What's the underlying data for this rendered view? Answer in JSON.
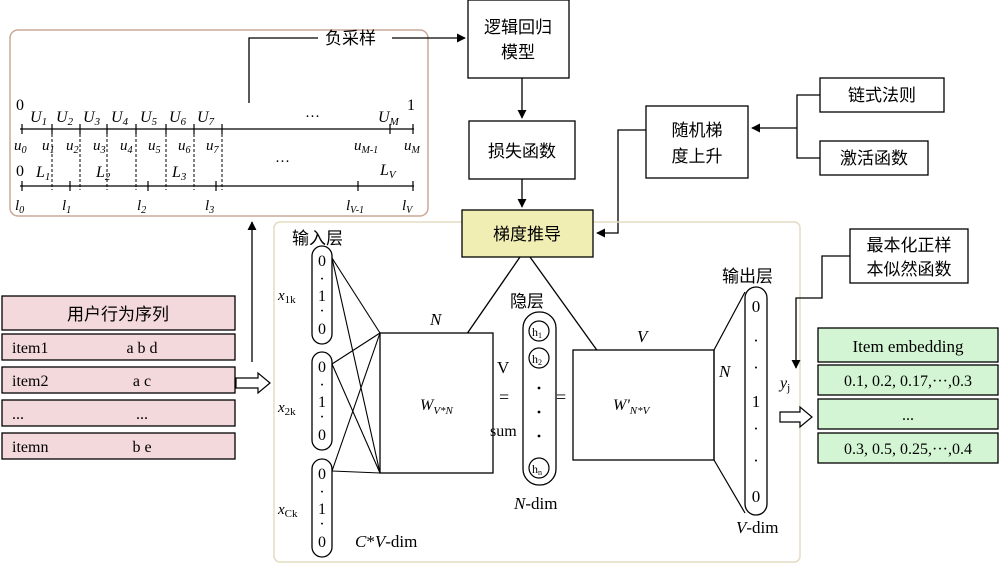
{
  "sampling": {
    "neg_sampling": "负采样",
    "zero_top": "0",
    "one_top": "1",
    "u_upper": [
      "U1",
      "U2",
      "U3",
      "U4",
      "U5",
      "U6",
      "U7"
    ],
    "u_upper_last": "UM",
    "dots": "···",
    "u_lower": [
      "u0",
      "u1",
      "u2",
      "u3",
      "u4",
      "u5",
      "u6",
      "u7"
    ],
    "u_lower_m1": "uM-1",
    "u_lower_m": "uM",
    "zero_mid": "0",
    "L_labels": [
      "L1",
      "L2",
      "L3"
    ],
    "L_last": "LV",
    "l_labels": [
      "l0",
      "l1",
      "l2",
      "l3"
    ],
    "l_v1": "lV-1",
    "l_v": "lV"
  },
  "boxes": {
    "logreg_line1": "逻辑回归",
    "logreg_line2": "模型",
    "loss": "损失函数",
    "sgd_line1": "随机梯",
    "sgd_line2": "度上升",
    "chain_rule": "链式法则",
    "activation": "激活函数",
    "gradient": "梯度推导",
    "maxlik_line1": "最本化正样",
    "maxlik_line2": "本似然函数"
  },
  "sequence": {
    "header": "用户行为序列",
    "rows": [
      {
        "item": "item1",
        "value": "a b d"
      },
      {
        "item": "item2",
        "value": "a c"
      },
      {
        "item": "...",
        "value": "..."
      },
      {
        "item": "itemn",
        "value": "b e"
      }
    ]
  },
  "network": {
    "input_layer": "输入层",
    "hidden_layer": "隐层",
    "output_layer": "输出层",
    "x_labels": [
      "x1k",
      "x2k",
      "xCk"
    ],
    "vec_chars": [
      "0",
      "·",
      "1",
      "·",
      "0"
    ],
    "N_top": "N",
    "V_top": "V",
    "N_right": "N",
    "W1": "WV*N",
    "W2": "W'N*V",
    "V_label": "V",
    "equals": "=",
    "sum": "sum",
    "h_labels": [
      "h1",
      "h2",
      "hn"
    ],
    "n_dim": "N-dim",
    "cv_dim": "C*V-dim",
    "v_dim": "V-dim",
    "yj": "yj"
  },
  "embedding": {
    "header": "Item embedding",
    "rows": [
      "0.1, 0.2, 0.17,···,0.3",
      "...",
      "0.3, 0.5, 0.25,···,0.4"
    ]
  }
}
